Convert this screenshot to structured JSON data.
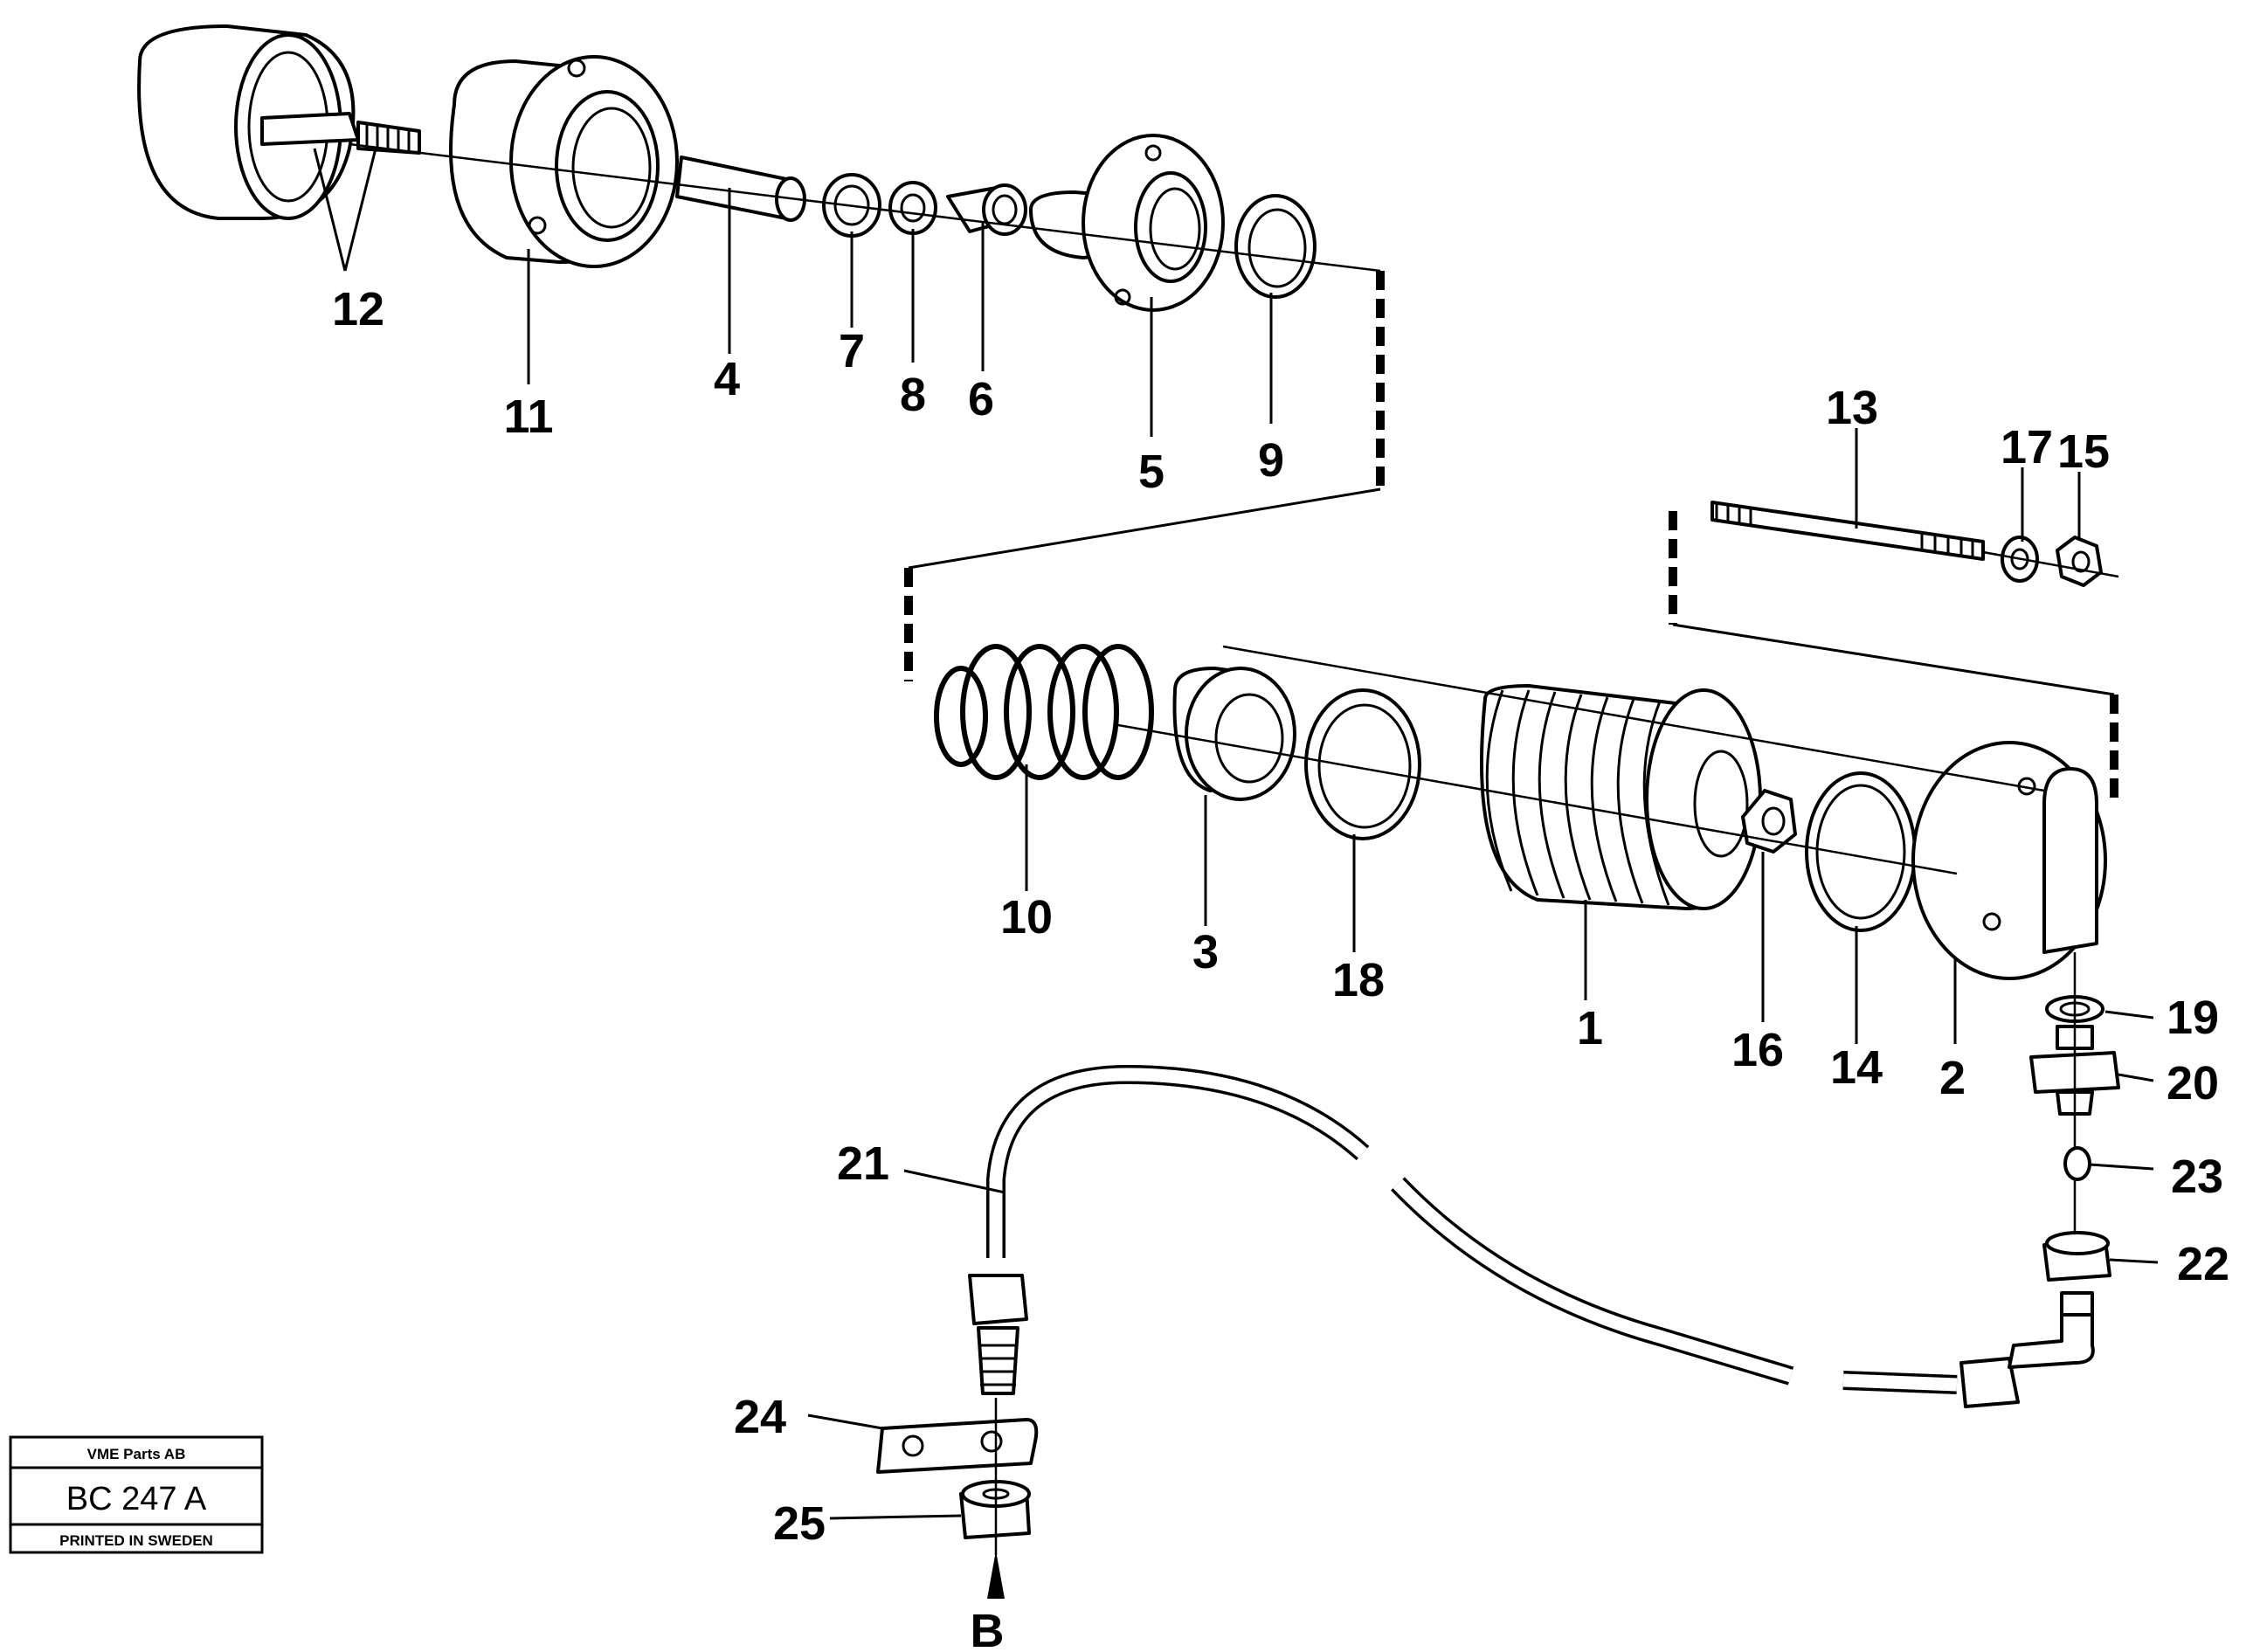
{
  "labels": {
    "l1": "1",
    "l2": "2",
    "l3": "3",
    "l4": "4",
    "l5": "5",
    "l6": "6",
    "l7": "7",
    "l8": "8",
    "l9": "9",
    "l10": "10",
    "l11": "11",
    "l12": "12",
    "l13": "13",
    "l14": "14",
    "l15": "15",
    "l16": "16",
    "l17": "17",
    "l18": "18",
    "l19": "19",
    "l20": "20",
    "l21": "21",
    "l22": "22",
    "l23": "23",
    "l24": "24",
    "l25": "25",
    "arrow": "B"
  },
  "stamp": {
    "company": "VME Parts AB",
    "code": "BC 247 A",
    "printed": "PRINTED IN SWEDEN"
  }
}
